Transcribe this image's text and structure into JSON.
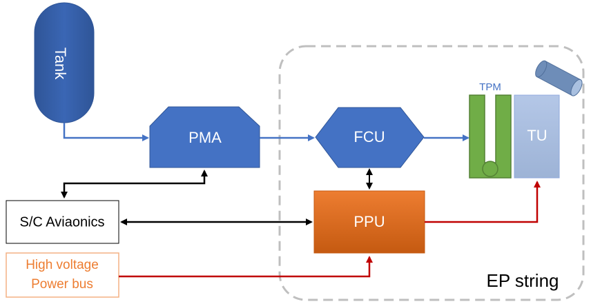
{
  "labels": {
    "tank": "Tank",
    "pma": "PMA",
    "fcu": "FCU",
    "tpm": "TPM",
    "tu": "TU",
    "ppu": "PPU",
    "avionics": "S/C Aviaonics",
    "power_line1": "High voltage",
    "power_line2": "Power bus",
    "ep_string": "EP string"
  },
  "colors": {
    "blue": "#4472C4",
    "blue_dark": "#2F5597",
    "green": "#70AD47",
    "green_dark": "#548235",
    "orange": "#ED7D31",
    "orange_dark": "#C55A11",
    "tu_fill": "#A9BDDA",
    "red": "#C00000",
    "black": "#000000",
    "gray_dash": "#BFBFBF"
  }
}
